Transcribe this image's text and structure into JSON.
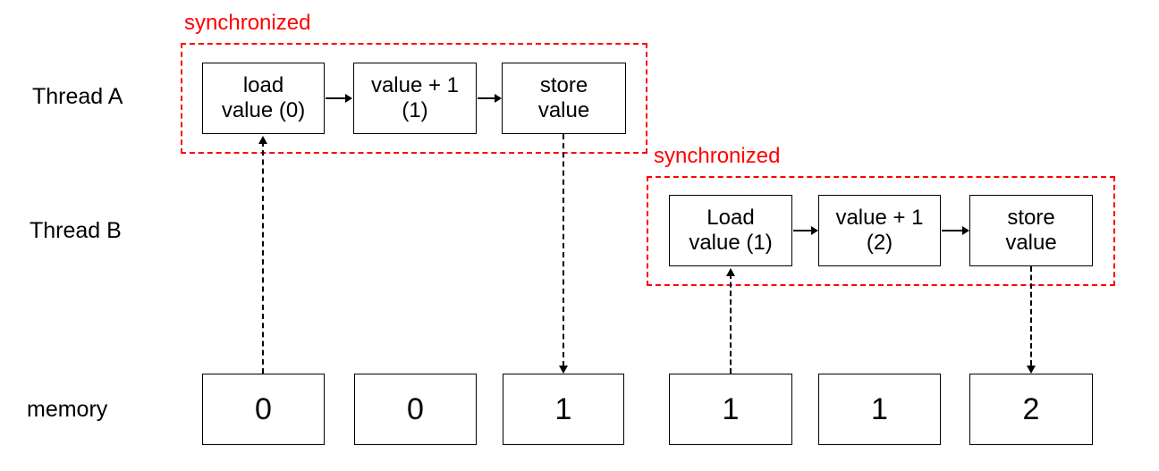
{
  "threads": [
    {
      "label": "Thread A",
      "sync_label": "synchronized",
      "ops": [
        {
          "line1": "load",
          "line2": "value (0)"
        },
        {
          "line1": "value + 1",
          "line2": "(1)"
        },
        {
          "line1": "store",
          "line2": "value"
        }
      ]
    },
    {
      "label": "Thread B",
      "sync_label": "synchronized",
      "ops": [
        {
          "line1": "Load",
          "line2": "value (1)"
        },
        {
          "line1": "value + 1",
          "line2": "(2)"
        },
        {
          "line1": "store",
          "line2": "value"
        }
      ]
    }
  ],
  "memory": {
    "label": "memory",
    "cells": [
      "0",
      "0",
      "1",
      "1",
      "1",
      "2"
    ]
  },
  "colors": {
    "sync_red": "#ff0000",
    "ink": "#000000",
    "background": "#ffffff"
  }
}
